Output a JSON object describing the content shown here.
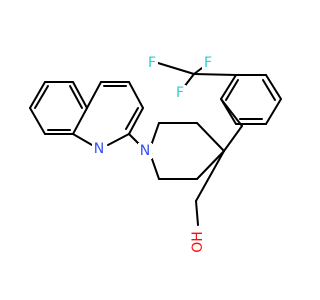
{
  "molecule": {
    "atoms": [
      {
        "id": "F1",
        "label": "F",
        "element": "F"
      },
      {
        "id": "F2",
        "label": "F",
        "element": "F"
      },
      {
        "id": "F3",
        "label": "F",
        "element": "F"
      },
      {
        "id": "N1",
        "label": "N",
        "element": "N"
      },
      {
        "id": "N2",
        "label": "N",
        "element": "N"
      },
      {
        "id": "O1",
        "label": "OH",
        "element": "O"
      }
    ],
    "colors": {
      "F": "#33cccc",
      "N": "#3050f8",
      "O": "#ff0d0d",
      "bond": "#000000"
    }
  }
}
